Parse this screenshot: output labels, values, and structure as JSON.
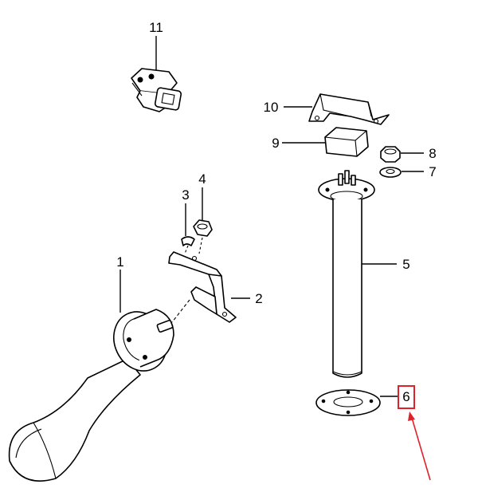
{
  "callouts": [
    {
      "id": "1",
      "label": "1"
    },
    {
      "id": "2",
      "label": "2"
    },
    {
      "id": "3",
      "label": "3"
    },
    {
      "id": "4",
      "label": "4"
    },
    {
      "id": "5",
      "label": "5"
    },
    {
      "id": "6",
      "label": "6"
    },
    {
      "id": "7",
      "label": "7"
    },
    {
      "id": "8",
      "label": "8"
    },
    {
      "id": "9",
      "label": "9"
    },
    {
      "id": "10",
      "label": "10"
    },
    {
      "id": "11",
      "label": "11"
    }
  ],
  "highlight": {
    "callout": "6",
    "color": "#e0202a"
  },
  "colors": {
    "line": "#000000",
    "background": "#ffffff"
  }
}
